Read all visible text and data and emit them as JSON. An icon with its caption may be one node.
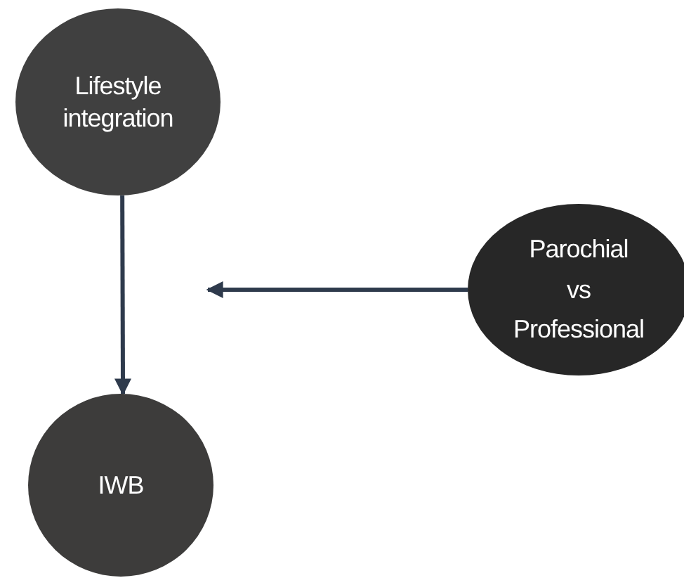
{
  "diagram": {
    "nodes": [
      {
        "text": [
          "Lifestyle integration"
        ]
      },
      {
        "text": [
          "IWB"
        ]
      },
      {
        "text": [
          "Parochial",
          "vs",
          "Professional"
        ]
      }
    ],
    "edges": [
      {
        "from": 0,
        "to": 1,
        "arrow": "to"
      },
      {
        "from": 2,
        "to": null,
        "arrow": "to"
      }
    ]
  }
}
